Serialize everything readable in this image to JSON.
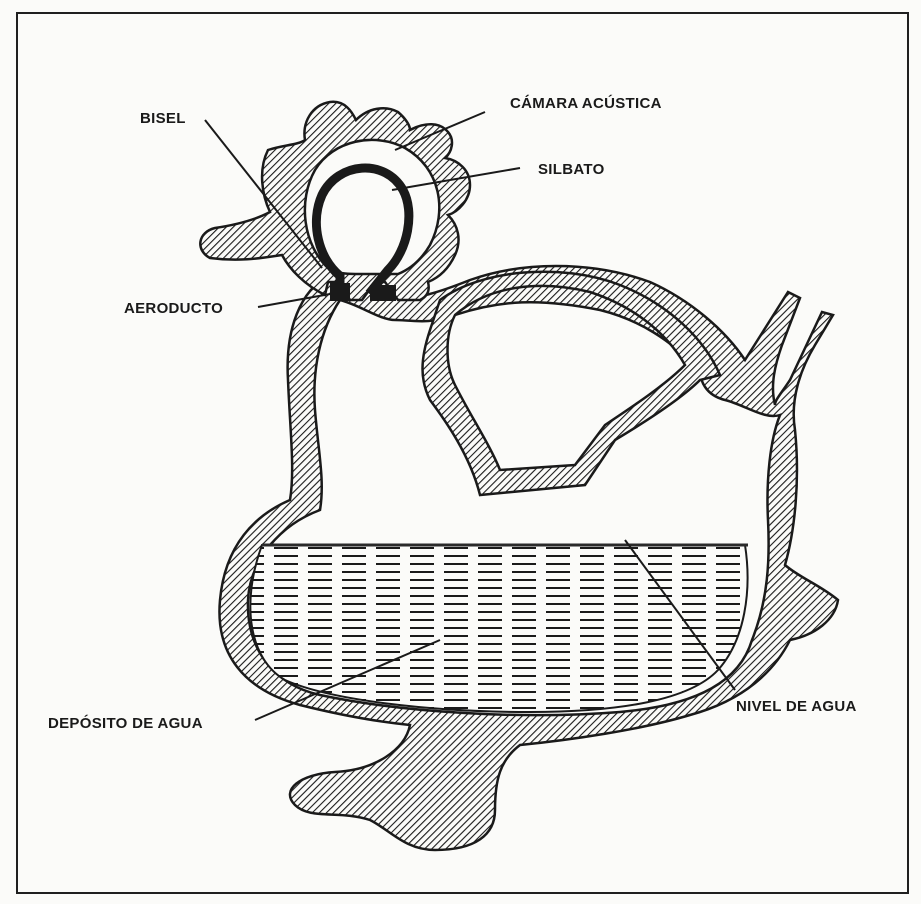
{
  "labels": {
    "bisel": "BISEL",
    "camara_acustica": "CÁMARA ACÚSTICA",
    "silbato": "SILBATO",
    "aeroducto": "AERODUCTO",
    "deposito_de_agua": "DEPÓSITO DE AGUA",
    "nivel_de_agua": "NIVEL DE AGUA"
  },
  "colors": {
    "ink": "#1a1a1a",
    "paper": "#fbfbf9",
    "water_line": "#2a2a2a"
  }
}
